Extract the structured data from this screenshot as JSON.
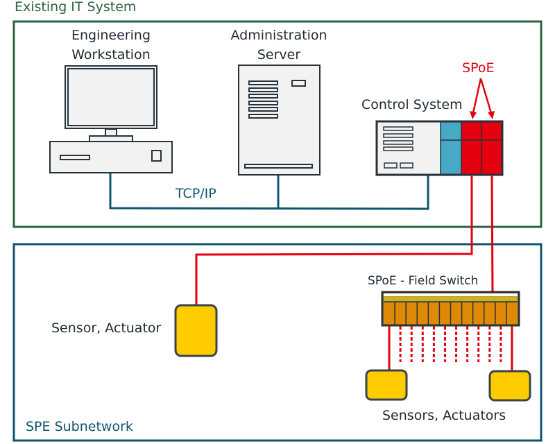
{
  "zones": {
    "it_system": {
      "label": "Existing IT System",
      "color": "#2e6140"
    },
    "spe_subnetwork": {
      "label": "SPE Subnetwork",
      "color": "#0e5470"
    }
  },
  "devices": {
    "workstation": {
      "label_line1": "Engineering",
      "label_line2": "Workstation"
    },
    "server": {
      "label_line1": "Administration",
      "label_line2": "Server"
    },
    "control_system": {
      "label": "Control System"
    },
    "field_switch": {
      "label": "SPoE - Field Switch",
      "port_count": 12
    },
    "single_sensor": {
      "label": "Sensor, Actuator"
    },
    "multi_sensors": {
      "label": "Sensors, Actuators"
    }
  },
  "network": {
    "tcpip_label": "TCP/IP"
  },
  "spoe_callout": {
    "label": "SPoE"
  },
  "colors": {
    "outline": "#27323b",
    "device_fill": "#f2f2f2",
    "network_line": "#0e5470",
    "spoe_red": "#e3000f",
    "module_blue": "#48a9c5",
    "switch_orange": "#de8a06",
    "switch_olive": "#c2b72a",
    "sensor_yellow": "#ffcc00"
  }
}
